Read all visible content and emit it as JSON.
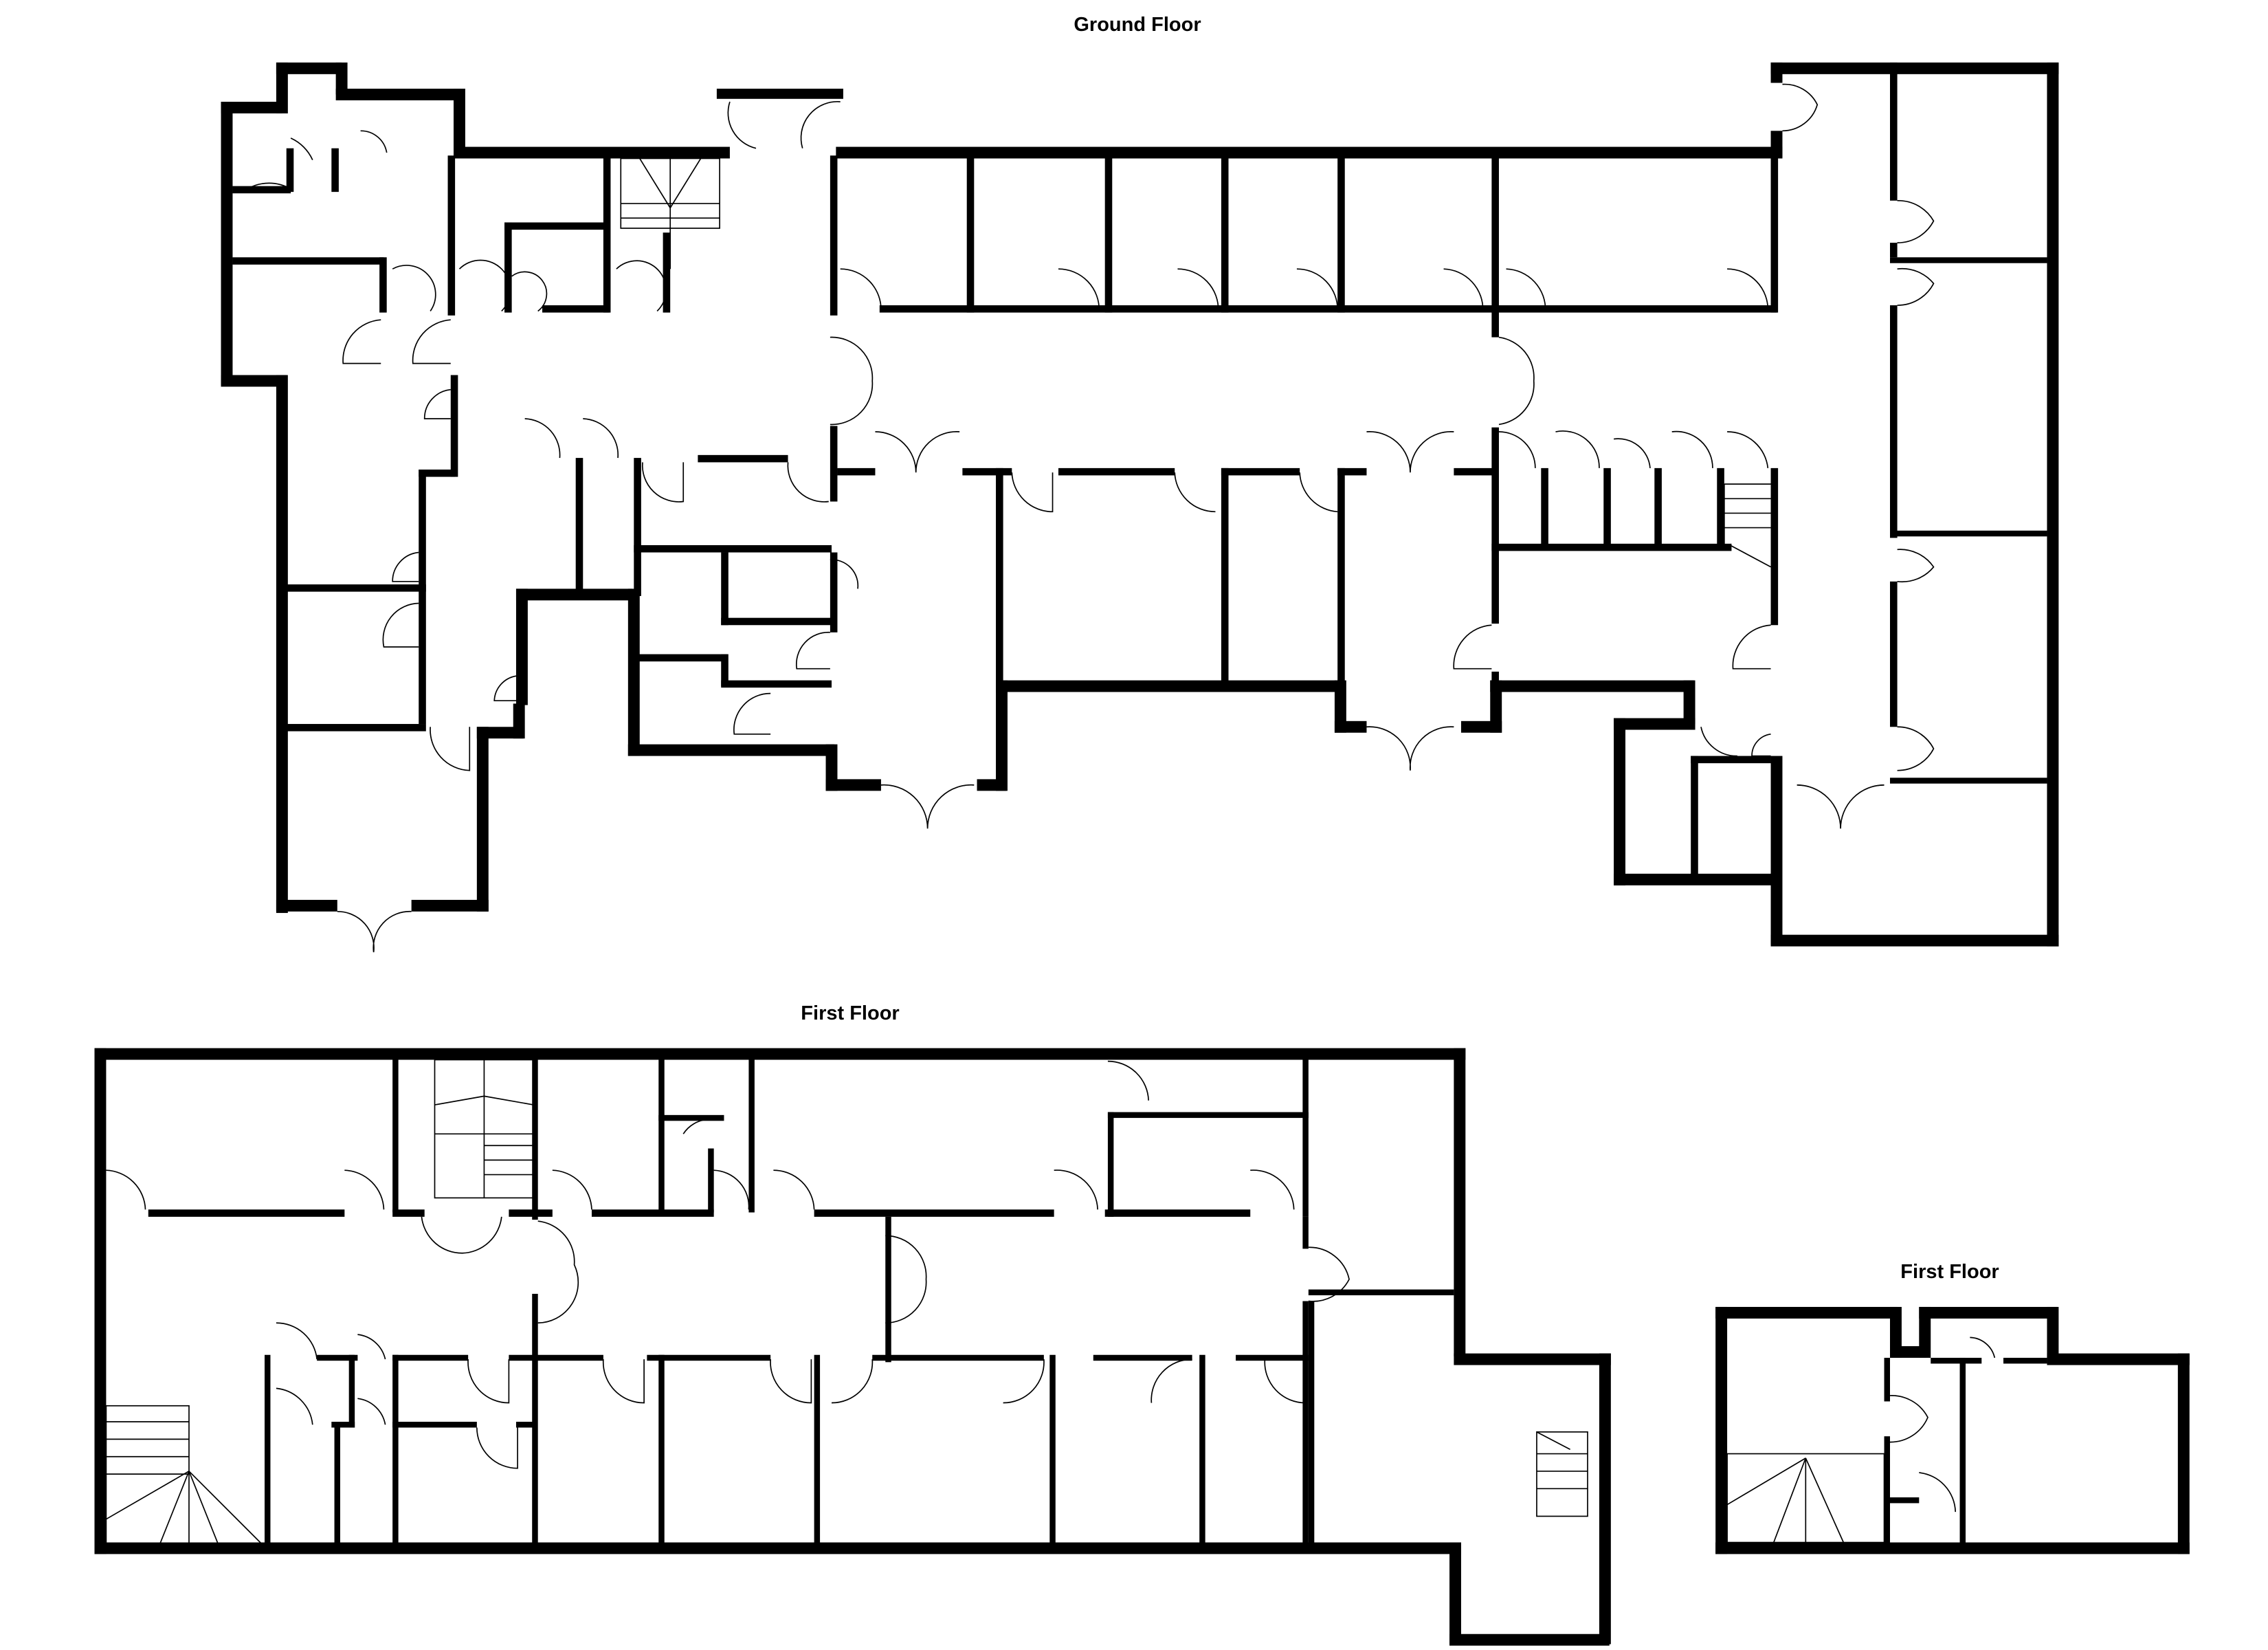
{
  "plans": [
    {
      "id": "ground-floor",
      "title": "Ground Floor"
    },
    {
      "id": "first-floor-main",
      "title": "First Floor"
    },
    {
      "id": "first-floor-annex",
      "title": "First Floor"
    }
  ],
  "colors": {
    "walls": "#000000",
    "background": "#ffffff"
  }
}
